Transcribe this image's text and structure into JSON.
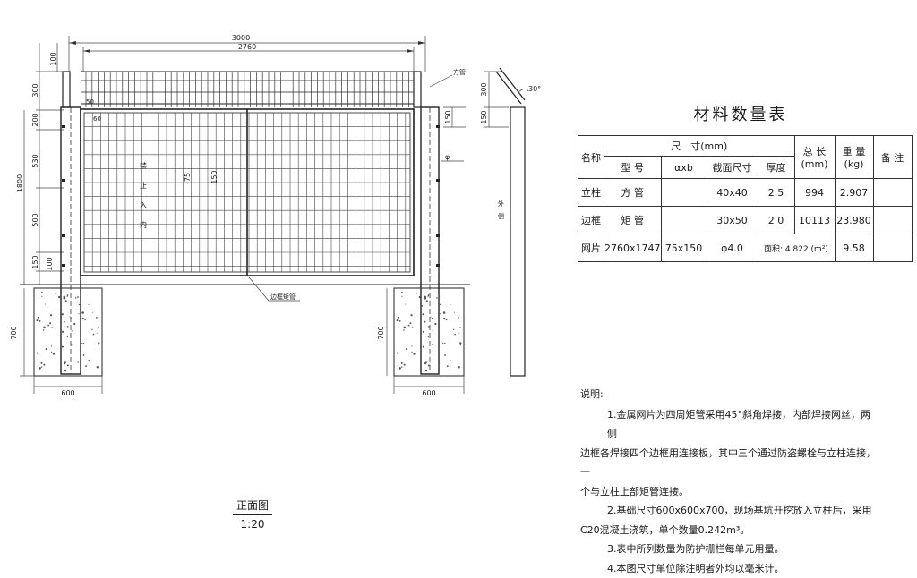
{
  "drawing": {
    "dims": {
      "total_width": "3000",
      "panel_width": "2760",
      "h_100": "100",
      "h_300": "300",
      "h_200": "200",
      "h_530": "530",
      "h_1800": "1800",
      "h_500": "500",
      "h_150_left": "150",
      "h_100_left": "100",
      "found_depth_left": "700",
      "found_depth_right": "700",
      "found_width_left": "600",
      "found_width_right": "600",
      "mesh_50": "50",
      "mesh_60": "60",
      "mesh_75": "75",
      "mesh_150": "150",
      "right_150": "150",
      "side_300": "300",
      "side_150": "150",
      "side_angle": "30°"
    },
    "labels": {
      "fang_guan": "方管",
      "post_text": "禁止入内",
      "frame_label": "边框矩管",
      "phi": "φ",
      "outside": "外侧"
    }
  },
  "caption": {
    "name": "正面图",
    "scale": "1:20"
  },
  "table": {
    "title": "材料数量表",
    "h_name": "名称",
    "h_size": "尺　寸(mm)",
    "h_len": "总 长",
    "h_len_unit": "(mm)",
    "h_weight": "重 量",
    "h_weight_unit": "(kg)",
    "h_note": "备 注",
    "sub_type": "型 号",
    "sub_axb": "αxb",
    "sub_section": "截面尺寸",
    "sub_thick": "厚度",
    "rows": [
      {
        "name": "立柱",
        "type": "方 管",
        "axb": "",
        "section": "40x40",
        "thick": "2.5",
        "length": "994",
        "weight": "2.907",
        "note": ""
      },
      {
        "name": "边框",
        "type": "矩 管",
        "axb": "",
        "section": "30x50",
        "thick": "2.0",
        "length": "10113",
        "weight": "23.980",
        "note": ""
      },
      {
        "name": "网片",
        "type": "2760x1747",
        "axb": "75x150",
        "section": "φ4.0",
        "thick": "面积: 4.822 (m²)",
        "length": "",
        "weight": "9.58",
        "note": ""
      }
    ]
  },
  "notes": {
    "title": "说明:",
    "n1a": "1.金属网片为四周矩管采用45°斜角焊接，内部焊接网丝，两侧",
    "n1b": "边框各焊接四个边框用连接板，其中三个通过防盗螺栓与立柱连接，一",
    "n1c": "个与立柱上部矩管连接。",
    "n2a": "2.基础尺寸600x600x700，现场基坑开挖放入立柱后，采用",
    "n2b": "C20混凝土浇筑，单个数量0.242m³。",
    "n3": "3.表中所列数量为防护栅栏每单元用量。",
    "n4": "4.本图尺寸单位除注明者外均以毫米计。"
  }
}
